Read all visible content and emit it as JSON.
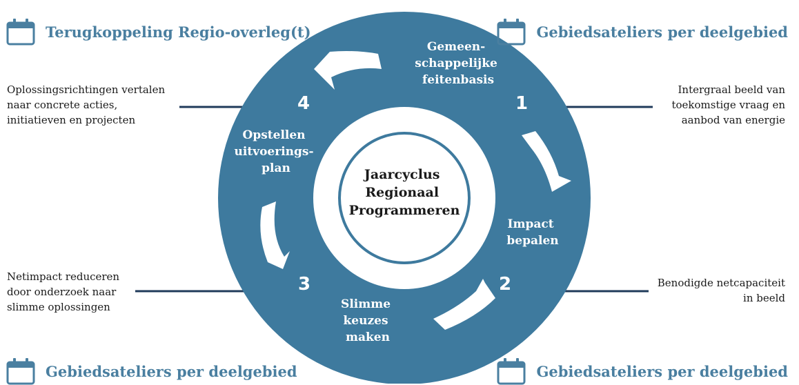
{
  "colors": {
    "ring": "#3e7a9e",
    "accent": "#4a7fa0",
    "connector": "#1f3a5a",
    "inner": "#ffffff"
  },
  "corners": {
    "top_left": {
      "title": "Terugkoppeling Regio-overleg(t)",
      "icon": "calendar-icon"
    },
    "top_right": {
      "title": "Gebiedsateliers per deelgebied",
      "icon": "calendar-icon"
    },
    "bottom_left": {
      "title": "Gebiedsateliers per deelgebied",
      "icon": "calendar-icon"
    },
    "bottom_right": {
      "title": "Gebiedsateliers per deelgebied",
      "icon": "calendar-icon"
    }
  },
  "side_notes": {
    "top_left": "Oplossingsrichtingen vertalen\nnaar concrete acties,\ninitiatieven en projecten",
    "top_right": "Intergraal beeld van\ntoekomstige vraag en\naanbod van energie",
    "bottom_left": "Netimpact reduceren\ndoor onderzoek naar\nslimme oplossingen",
    "bottom_right": "Benodigde netcapaciteit\nin beeld"
  },
  "center": {
    "lines": [
      "Jaarcyclus",
      "Regionaal",
      "Programmeren"
    ]
  },
  "stages": [
    {
      "number": "1",
      "lines": [
        "Gemeen-",
        "schappelijke",
        "feitenbasis"
      ]
    },
    {
      "number": "2",
      "lines": [
        "Impact",
        "bepalen"
      ]
    },
    {
      "number": "3",
      "lines": [
        "Slimme",
        "keuzes",
        "maken"
      ]
    },
    {
      "number": "4",
      "lines": [
        "Opstellen",
        "uitvoerings-",
        "plan"
      ]
    }
  ]
}
